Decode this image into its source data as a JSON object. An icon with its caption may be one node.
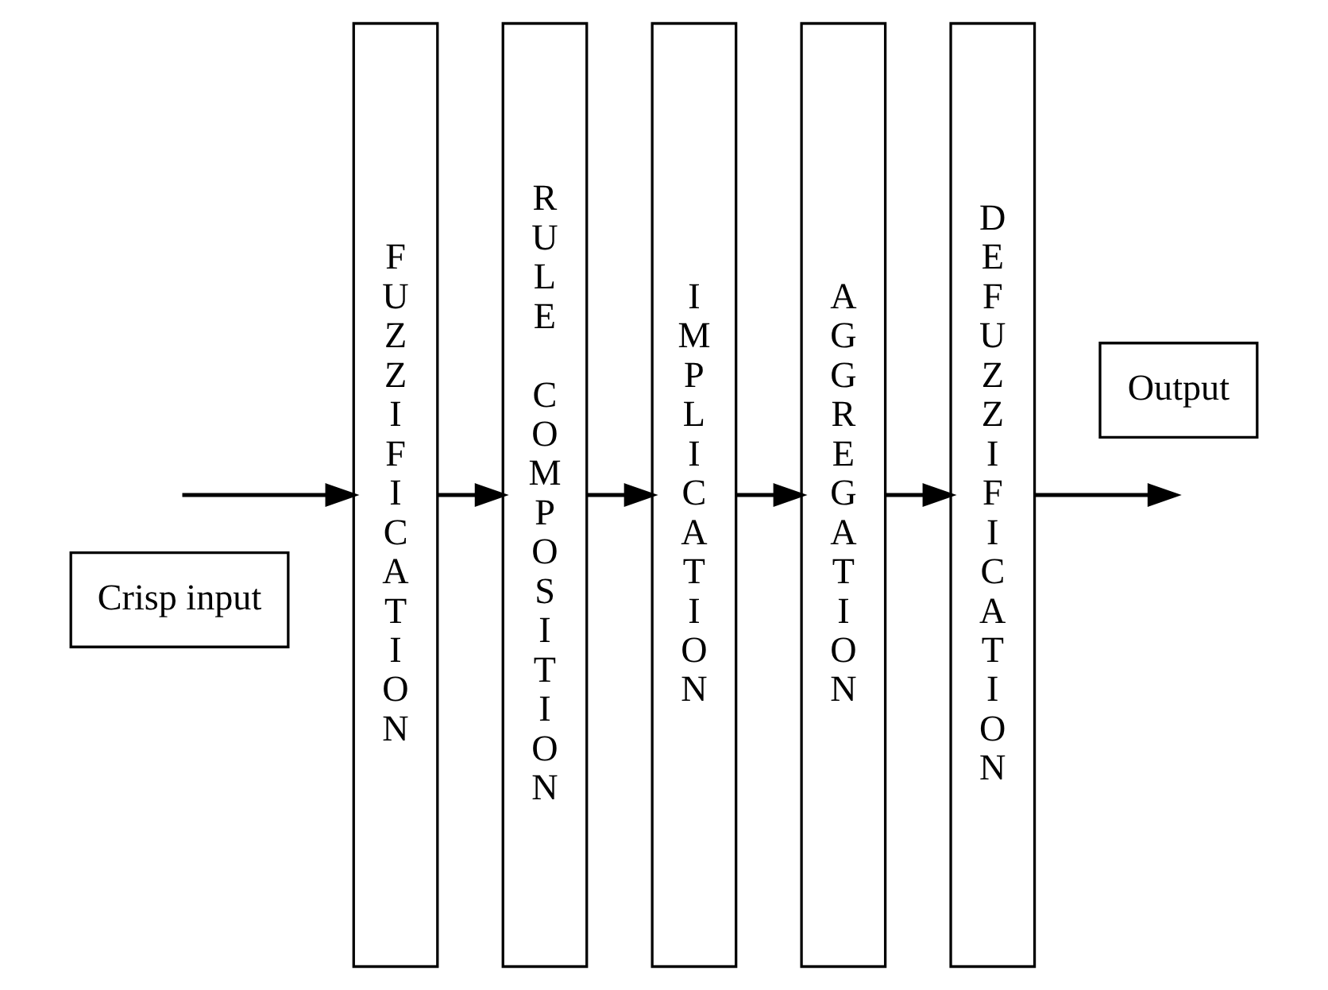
{
  "diagram": {
    "nodes": [
      {
        "text": [
          "Crisp input"
        ]
      },
      {
        "text": [
          "FUZZIFICATION"
        ]
      },
      {
        "text": [
          "RULE COMPOSITION"
        ]
      },
      {
        "text": [
          "IMPLICATION"
        ]
      },
      {
        "text": [
          "AGGREGATION"
        ]
      },
      {
        "text": [
          "DEFUZZIFICATION"
        ]
      },
      {
        "text": [
          "Output"
        ]
      }
    ],
    "edges": [
      {
        "from": null,
        "to": 1,
        "arrow": "to"
      },
      {
        "from": 1,
        "to": 2,
        "arrow": "to"
      },
      {
        "from": 2,
        "to": 3,
        "arrow": "to"
      },
      {
        "from": 3,
        "to": 4,
        "arrow": "to"
      },
      {
        "from": 4,
        "to": 5,
        "arrow": "to"
      },
      {
        "from": 5,
        "to": null,
        "arrow": "to"
      }
    ]
  }
}
